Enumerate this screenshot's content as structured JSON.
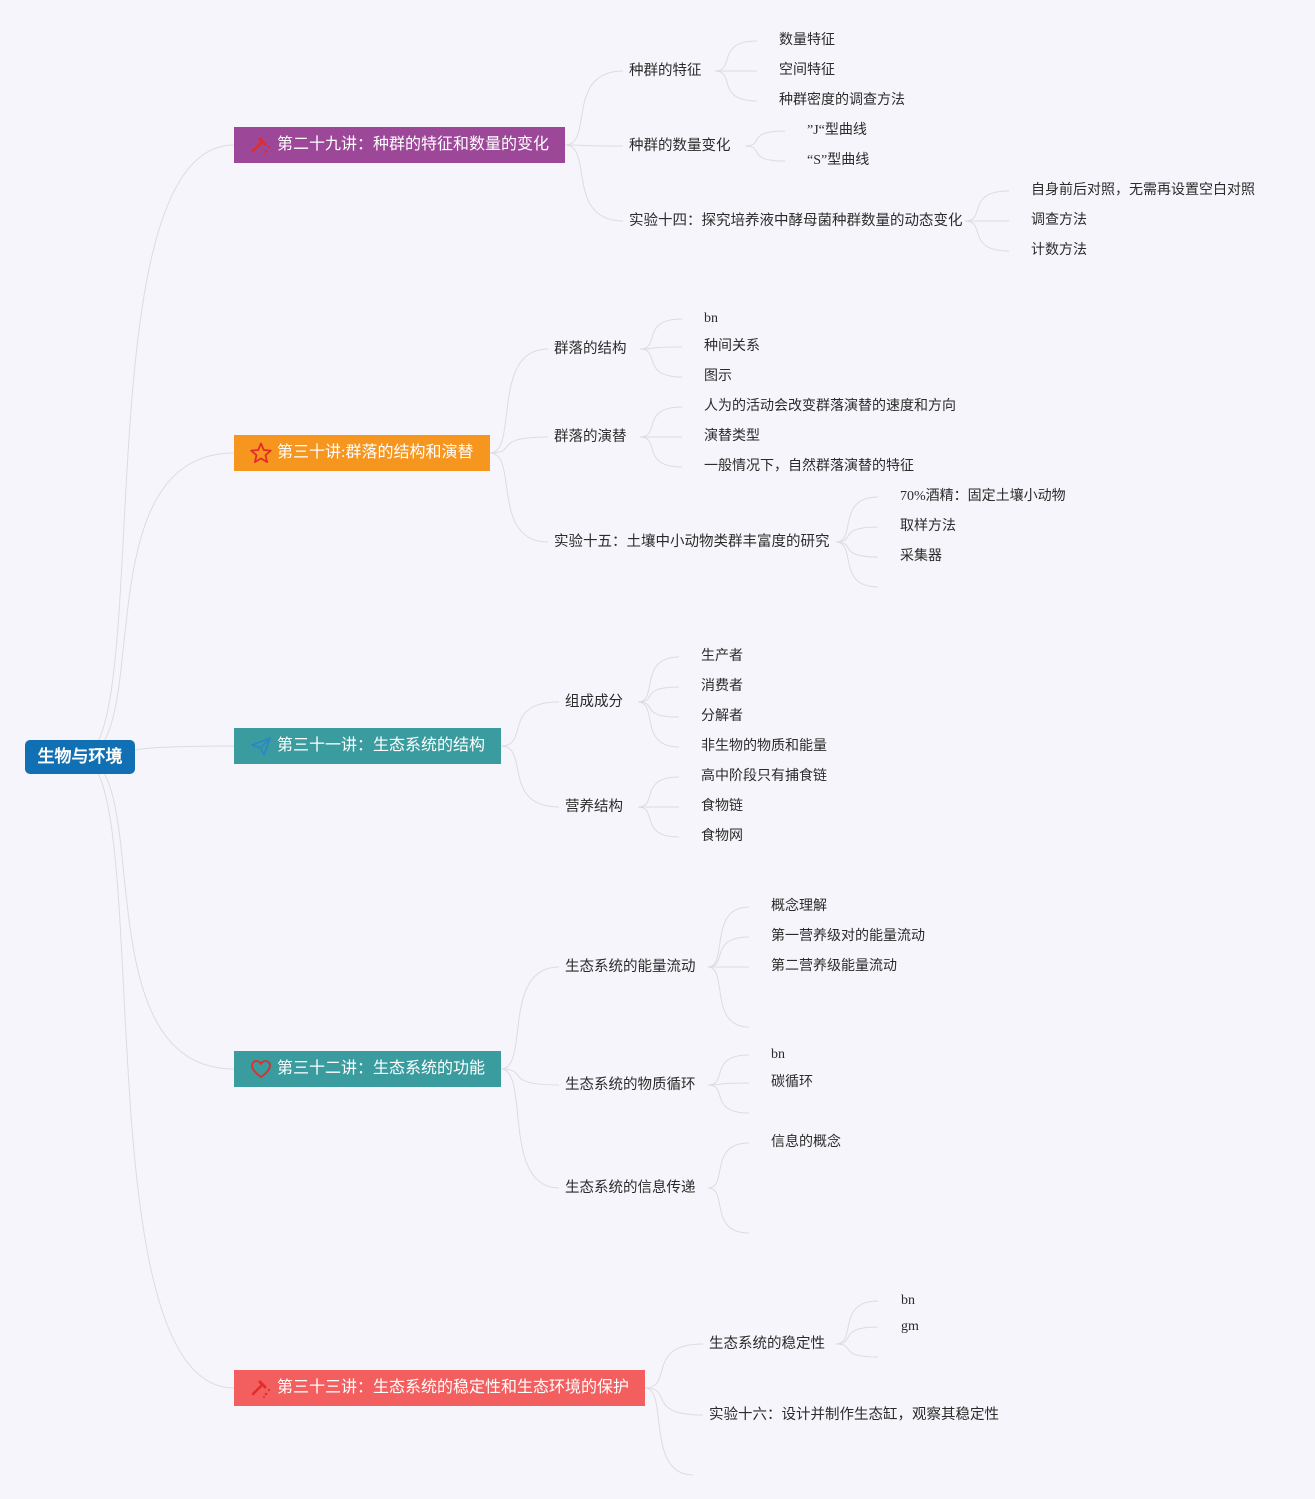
{
  "root": {
    "label": "生物与环境",
    "color": "#1170b3"
  },
  "sections": [
    {
      "label": "第二十九讲：种群的特征和数量的变化",
      "color": "#9d4799",
      "icon": "hammer-icon",
      "children": [
        {
          "label": "种群的特征",
          "children": [
            "数量特征",
            "空间特征",
            "种群密度的调查方法"
          ]
        },
        {
          "label": "种群的数量变化",
          "children": [
            "”J“型曲线",
            "“S”型曲线"
          ]
        },
        {
          "label": "实验十四：探究培养液中酵母菌种群数量的动态变化",
          "children": [
            "自身前后对照，无需再设置空白对照",
            "调查方法",
            "计数方法"
          ]
        }
      ]
    },
    {
      "label": "第三十讲:群落的结构和演替",
      "color": "#f7961f",
      "icon": "star-icon",
      "children": [
        {
          "label": "群落的结构",
          "children": [
            "bn",
            "种间关系",
            "图示"
          ]
        },
        {
          "label": "群落的演替",
          "children": [
            "人为的活动会改变群落演替的速度和方向",
            "演替类型",
            "一般情况下，自然群落演替的特征"
          ]
        },
        {
          "label": "实验十五：土壤中小动物类群丰富度的研究",
          "children": [
            "70%酒精：固定土壤小动物",
            "取样方法",
            "采集器"
          ]
        }
      ]
    },
    {
      "label": "第三十一讲：生态系统的结构",
      "color": "#3a9c9f",
      "icon": "paper-plane-icon",
      "children": [
        {
          "label": "组成成分",
          "children": [
            "生产者",
            "消费者",
            "分解者",
            "非生物的物质和能量"
          ]
        },
        {
          "label": "营养结构",
          "children": [
            "高中阶段只有捕食链",
            "食物链",
            "食物网"
          ]
        }
      ]
    },
    {
      "label": "第三十二讲：生态系统的功能",
      "color": "#3a9c9f",
      "icon": "heart-icon",
      "children": [
        {
          "label": "生态系统的能量流动",
          "children": [
            "概念理解",
            "第一营养级对的能量流动",
            "第二营养级能量流动"
          ]
        },
        {
          "label": "生态系统的物质循环",
          "children": [
            "bn",
            "碳循环"
          ]
        },
        {
          "label": "生态系统的信息传递",
          "children": [
            "信息的概念"
          ]
        }
      ]
    },
    {
      "label": "第三十三讲：生态系统的稳定性和生态环境的保护",
      "color": "#f35f5f",
      "icon": "hammer-icon",
      "children": [
        {
          "label": "生态系统的稳定性",
          "children": [
            "bn",
            "gm"
          ]
        },
        {
          "label": "实验十六：设计并制作生态缸，观察其稳定性",
          "children": []
        }
      ]
    }
  ]
}
